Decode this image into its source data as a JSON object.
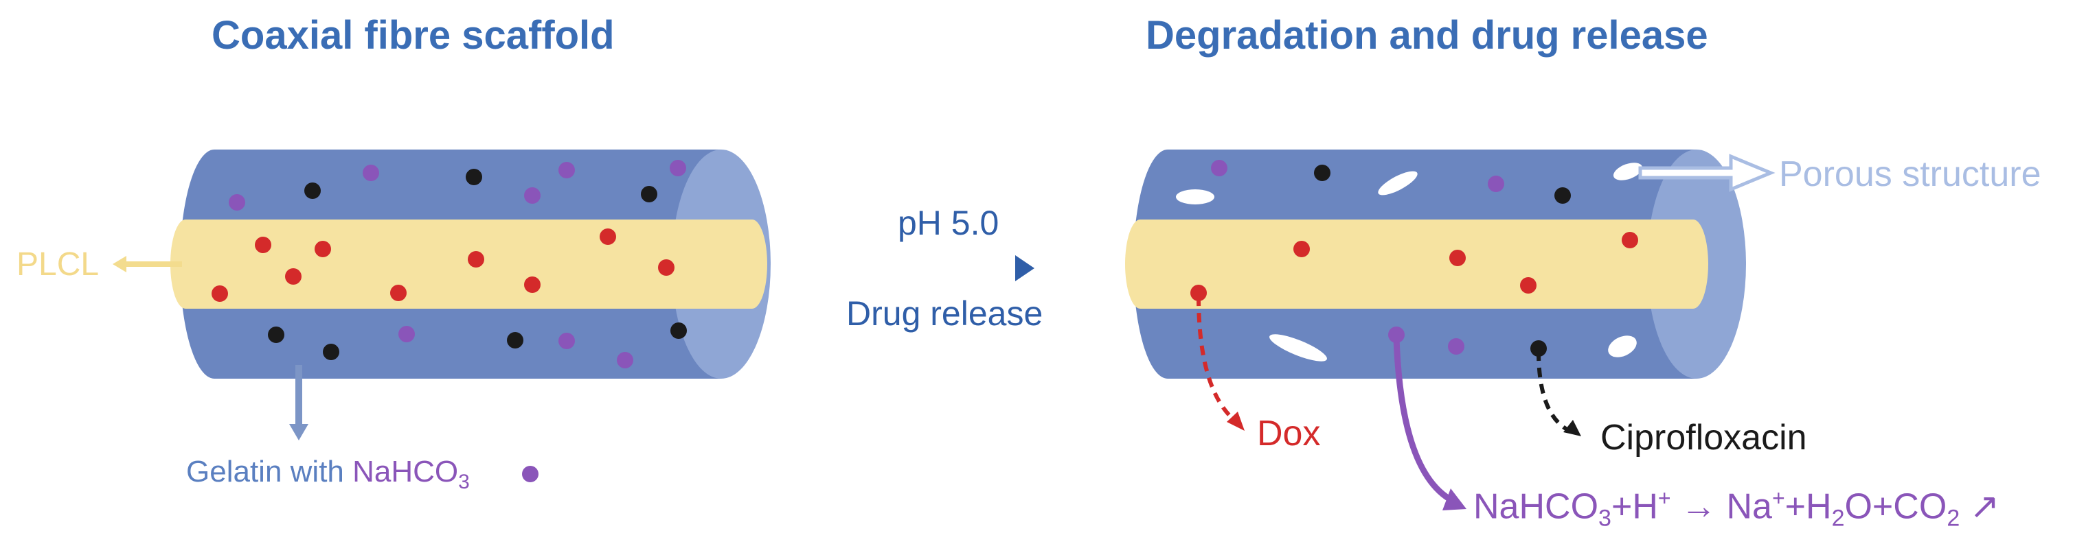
{
  "left_panel": {
    "title": "Coaxial fibre scaffold",
    "plcl_label": "PLCL",
    "gelatin_prefix": "Gelatin with ",
    "nahco3_main": "NaHCO",
    "nahco3_sub": "3"
  },
  "arrow_center": {
    "ph_label": "pH 5.0",
    "release_label": "Drug release"
  },
  "right_panel": {
    "title": "Degradation and drug release",
    "porous_label": "Porous structure",
    "dox_label": "Dox",
    "cipro_label": "Ciprofloxacin",
    "reaction": {
      "p1": "NaHCO",
      "s1": "3",
      "p2": "+H",
      "sup1": "+",
      "arrow": " → ",
      "p3": "Na",
      "sup2": "+",
      "p4": "+H",
      "s2": "2",
      "p5": "O+CO",
      "s3": "2",
      "gas": " ↗"
    }
  },
  "colors": {
    "tube_outer": "#6b86c0",
    "tube_end": "#8fa6d5",
    "core": "#f6e3a1",
    "title_blue": "#3a6db5",
    "dox_red": "#d42a2a",
    "nahco3_purple": "#8a55b9",
    "cipro_black": "#1a1a1a",
    "porous_light": "#a9bde3"
  }
}
